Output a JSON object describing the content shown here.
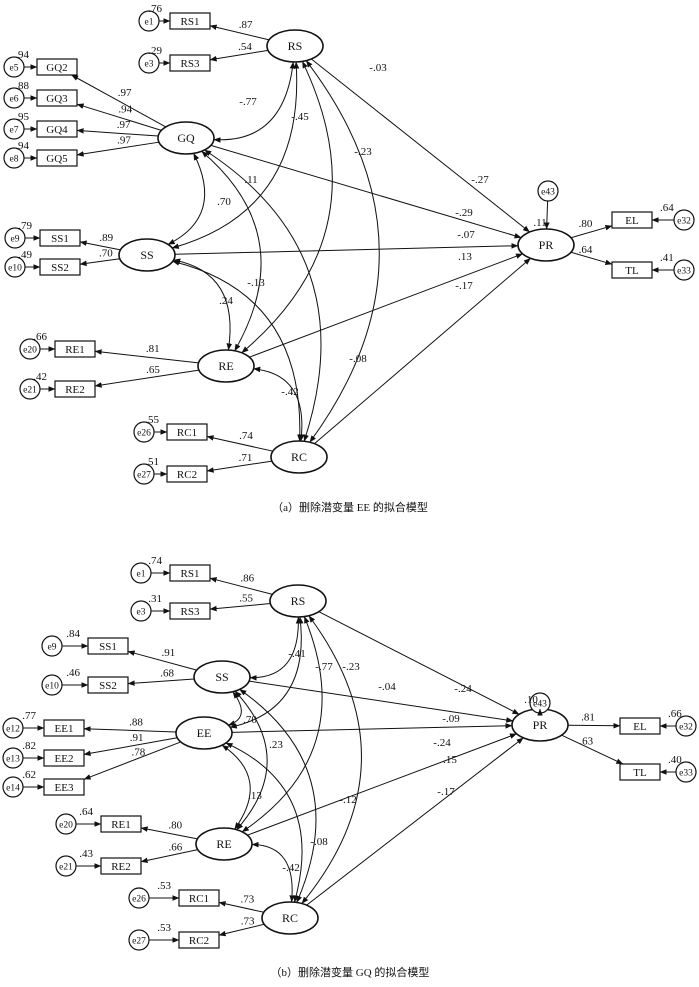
{
  "captions": {
    "a": "（a）删除潜变量 EE 的拟合模型",
    "b": "（b）删除潜变量 GQ 的拟合模型"
  },
  "panels": [
    {
      "id": "a",
      "latents": [
        {
          "id": "RS",
          "label": "RS"
        },
        {
          "id": "GQ",
          "label": "GQ"
        },
        {
          "id": "SS",
          "label": "SS"
        },
        {
          "id": "RE",
          "label": "RE"
        },
        {
          "id": "RC",
          "label": "RC"
        },
        {
          "id": "PR",
          "label": "PR",
          "r2": ".11",
          "error": "e43"
        }
      ],
      "indicators": [
        {
          "factor": "RS",
          "name": "RS1",
          "error": "e1",
          "r2": ".76",
          "loading": ".87"
        },
        {
          "factor": "RS",
          "name": "RS3",
          "error": "e3",
          "r2": ".29",
          "loading": ".54"
        },
        {
          "factor": "GQ",
          "name": "GQ2",
          "error": "e5",
          "r2": ".94",
          "loading": ".97"
        },
        {
          "factor": "GQ",
          "name": "GQ3",
          "error": "e6",
          "r2": ".88",
          "loading": ".94"
        },
        {
          "factor": "GQ",
          "name": "GQ4",
          "error": "e7",
          "r2": ".95",
          "loading": ".97"
        },
        {
          "factor": "GQ",
          "name": "GQ5",
          "error": "e8",
          "r2": ".94",
          "loading": ".97"
        },
        {
          "factor": "SS",
          "name": "SS1",
          "error": "e9",
          "r2": ".79",
          "loading": ".89"
        },
        {
          "factor": "SS",
          "name": "SS2",
          "error": "e10",
          "r2": ".49",
          "loading": ".70"
        },
        {
          "factor": "RE",
          "name": "RE1",
          "error": "e20",
          "r2": ".66",
          "loading": ".81"
        },
        {
          "factor": "RE",
          "name": "RE2",
          "error": "e21",
          "r2": ".42",
          "loading": ".65"
        },
        {
          "factor": "RC",
          "name": "RC1",
          "error": "e26",
          "r2": ".55",
          "loading": ".74"
        },
        {
          "factor": "RC",
          "name": "RC2",
          "error": "e27",
          "r2": ".51",
          "loading": ".71"
        },
        {
          "factor": "PR",
          "name": "EL",
          "error": "e32",
          "r2": ".64",
          "loading": ".80"
        },
        {
          "factor": "PR",
          "name": "TL",
          "error": "e33",
          "r2": ".41",
          "loading": ".64"
        }
      ],
      "paths": [
        {
          "from": "RS",
          "to": "PR",
          "value": "-.27"
        },
        {
          "from": "GQ",
          "to": "PR",
          "value": "-.29"
        },
        {
          "from": "SS",
          "to": "PR",
          "value": "-.07"
        },
        {
          "from": "RE",
          "to": "PR",
          "value": ".13"
        },
        {
          "from": "RC",
          "to": "PR",
          "value": "-.17"
        }
      ],
      "correlations": [
        {
          "a": "GQ",
          "b": "RS",
          "value": "-.77"
        },
        {
          "a": "SS",
          "b": "RS",
          "value": "-.45"
        },
        {
          "a": "RE",
          "b": "RS",
          "value": "-.23"
        },
        {
          "a": "RC",
          "b": "RS",
          "value": "-.03"
        },
        {
          "a": "SS",
          "b": "GQ",
          "value": ".70"
        },
        {
          "a": "RE",
          "b": "GQ",
          "value": ".11"
        },
        {
          "a": "RC",
          "b": "GQ",
          "value": "-.13"
        },
        {
          "a": "RE",
          "b": "SS",
          "value": ".24"
        },
        {
          "a": "RC",
          "b": "SS",
          "value": "-.08"
        },
        {
          "a": "RC",
          "b": "RE",
          "value": "-.42"
        }
      ]
    },
    {
      "id": "b",
      "latents": [
        {
          "id": "RS",
          "label": "RS"
        },
        {
          "id": "SS",
          "label": "SS"
        },
        {
          "id": "EE",
          "label": "EE"
        },
        {
          "id": "RE",
          "label": "RE"
        },
        {
          "id": "RC",
          "label": "RC"
        },
        {
          "id": "PR",
          "label": "PR",
          "r2": ".10",
          "error": "e43"
        }
      ],
      "indicators": [
        {
          "factor": "RS",
          "name": "RS1",
          "error": "e1",
          "r2": ".74",
          "loading": ".86"
        },
        {
          "factor": "RS",
          "name": "RS3",
          "error": "e3",
          "r2": ".31",
          "loading": ".55"
        },
        {
          "factor": "SS",
          "name": "SS1",
          "error": "e9",
          "r2": ".84",
          "loading": ".91"
        },
        {
          "factor": "SS",
          "name": "SS2",
          "error": "e10",
          "r2": ".46",
          "loading": ".68"
        },
        {
          "factor": "EE",
          "name": "EE1",
          "error": "e12",
          "r2": ".77",
          "loading": ".88"
        },
        {
          "factor": "EE",
          "name": "EE2",
          "error": "e13",
          "r2": ".82",
          "loading": ".91"
        },
        {
          "factor": "EE",
          "name": "EE3",
          "error": "e14",
          "r2": ".62",
          "loading": ".78"
        },
        {
          "factor": "RE",
          "name": "RE1",
          "error": "e20",
          "r2": ".64",
          "loading": ".80"
        },
        {
          "factor": "RE",
          "name": "RE2",
          "error": "e21",
          "r2": ".43",
          "loading": ".66"
        },
        {
          "factor": "RC",
          "name": "RC1",
          "error": "e26",
          "r2": ".53",
          "loading": ".73"
        },
        {
          "factor": "RC",
          "name": "RC2",
          "error": "e27",
          "r2": ".53",
          "loading": ".73"
        },
        {
          "factor": "PR",
          "name": "EL",
          "error": "e32",
          "r2": ".66",
          "loading": ".81"
        },
        {
          "factor": "PR",
          "name": "TL",
          "error": "e33",
          "r2": ".40",
          "loading": ".63"
        }
      ],
      "paths": [
        {
          "from": "RS",
          "to": "PR",
          "value": "-.24"
        },
        {
          "from": "SS",
          "to": "PR",
          "value": "-.09"
        },
        {
          "from": "EE",
          "to": "PR",
          "value": "-.24"
        },
        {
          "from": "RE",
          "to": "PR",
          "value": ".15"
        },
        {
          "from": "RC",
          "to": "PR",
          "value": "-.17"
        }
      ],
      "correlations": [
        {
          "a": "SS",
          "b": "RS",
          "value": "-.41"
        },
        {
          "a": "EE",
          "b": "RS",
          "value": "-.77"
        },
        {
          "a": "RE",
          "b": "RS",
          "value": "-.23"
        },
        {
          "a": "RC",
          "b": "RS",
          "value": "-.04"
        },
        {
          "a": "EE",
          "b": "SS",
          "value": ".70"
        },
        {
          "a": "RE",
          "b": "SS",
          "value": ".23"
        },
        {
          "a": "RC",
          "b": "SS",
          "value": "-.12"
        },
        {
          "a": "RE",
          "b": "EE",
          "value": ".13"
        },
        {
          "a": "RC",
          "b": "EE",
          "value": "-.08"
        },
        {
          "a": "RC",
          "b": "RE",
          "value": "-.42"
        }
      ]
    }
  ]
}
